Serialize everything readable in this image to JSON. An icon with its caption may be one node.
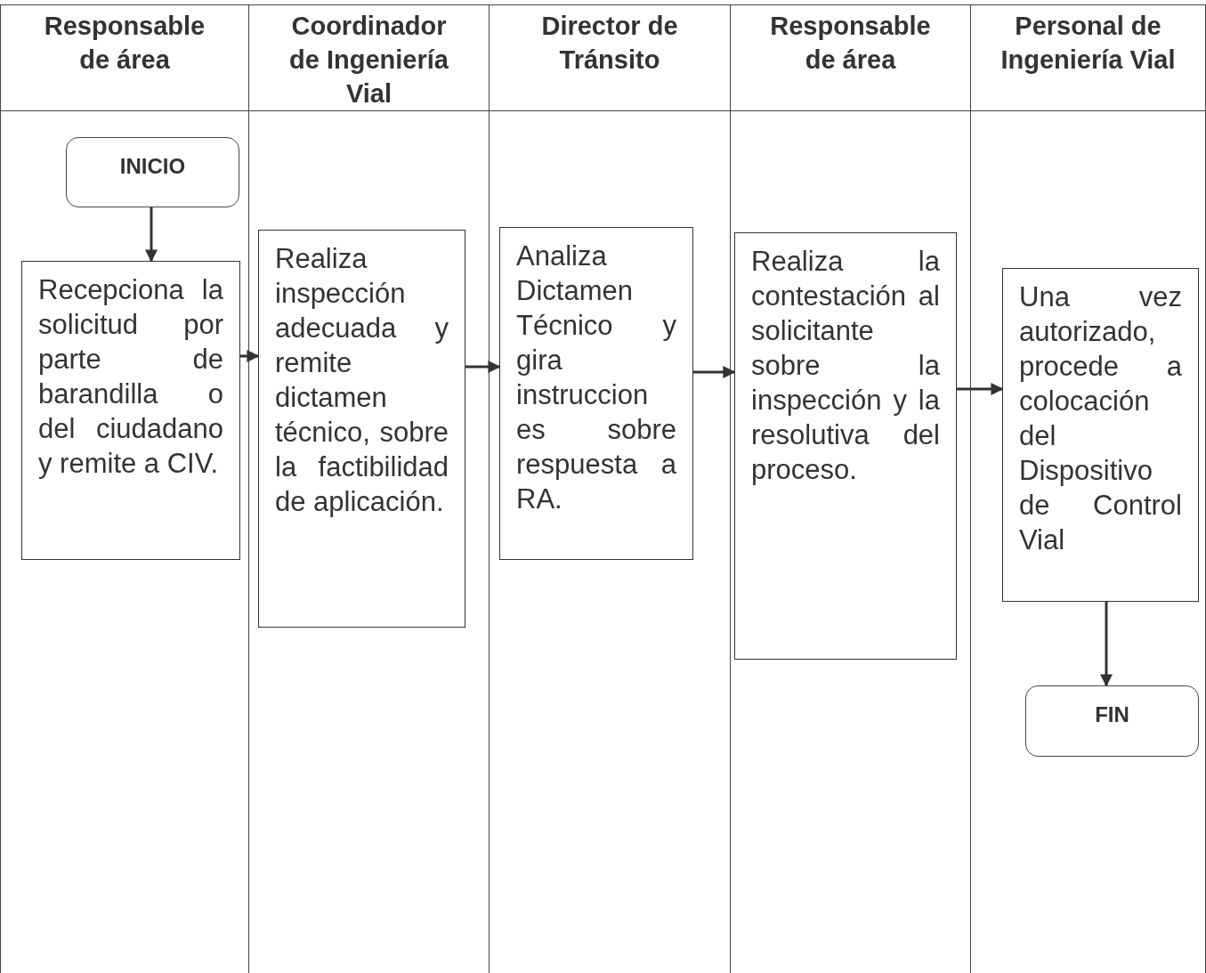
{
  "diagram": {
    "nodes": [
      {
        "text": [
          "Responsable de área"
        ]
      },
      {
        "text": [
          "Coordinador de Ingeniería Vial"
        ]
      },
      {
        "text": [
          "Director de Tránsito"
        ]
      },
      {
        "text": [
          "Responsable de área"
        ]
      },
      {
        "text": [
          "Personal de Ingeniería Vial"
        ]
      },
      {
        "text": [
          "INICIO"
        ],
        "in": 0
      },
      {
        "text": [
          "Recepciona la solicitud por parte de barandilla o del ciudadano y remite a CIV."
        ],
        "in": 0
      },
      {
        "text": [
          "Realiza inspección adecuada y remite dictamen técnico, sobre la factibilidad de aplicación."
        ],
        "in": 1
      },
      {
        "text": [
          "Analiza Dictamen Técnico y gira instruccion es sobre respuesta a RA."
        ],
        "in": 2
      },
      {
        "text": [
          "Realiza la contestación al solicitante sobre la inspección y la resolutiva del proceso."
        ],
        "in": 3
      },
      {
        "text": [
          "Una vez autorizado, procede a colocación del Dispositivo de Control Vial"
        ],
        "in": 4
      },
      {
        "text": [
          "FIN"
        ],
        "in": 4
      }
    ],
    "edges": [
      {
        "from": 5,
        "to": 6,
        "arrow": "to"
      },
      {
        "from": 6,
        "to": 7,
        "arrow": "to"
      },
      {
        "from": 7,
        "to": 8,
        "arrow": "to"
      },
      {
        "from": 8,
        "to": 9,
        "arrow": "to"
      },
      {
        "from": 9,
        "to": 10,
        "arrow": "to"
      },
      {
        "from": 10,
        "to": 11,
        "arrow": "to"
      }
    ]
  }
}
